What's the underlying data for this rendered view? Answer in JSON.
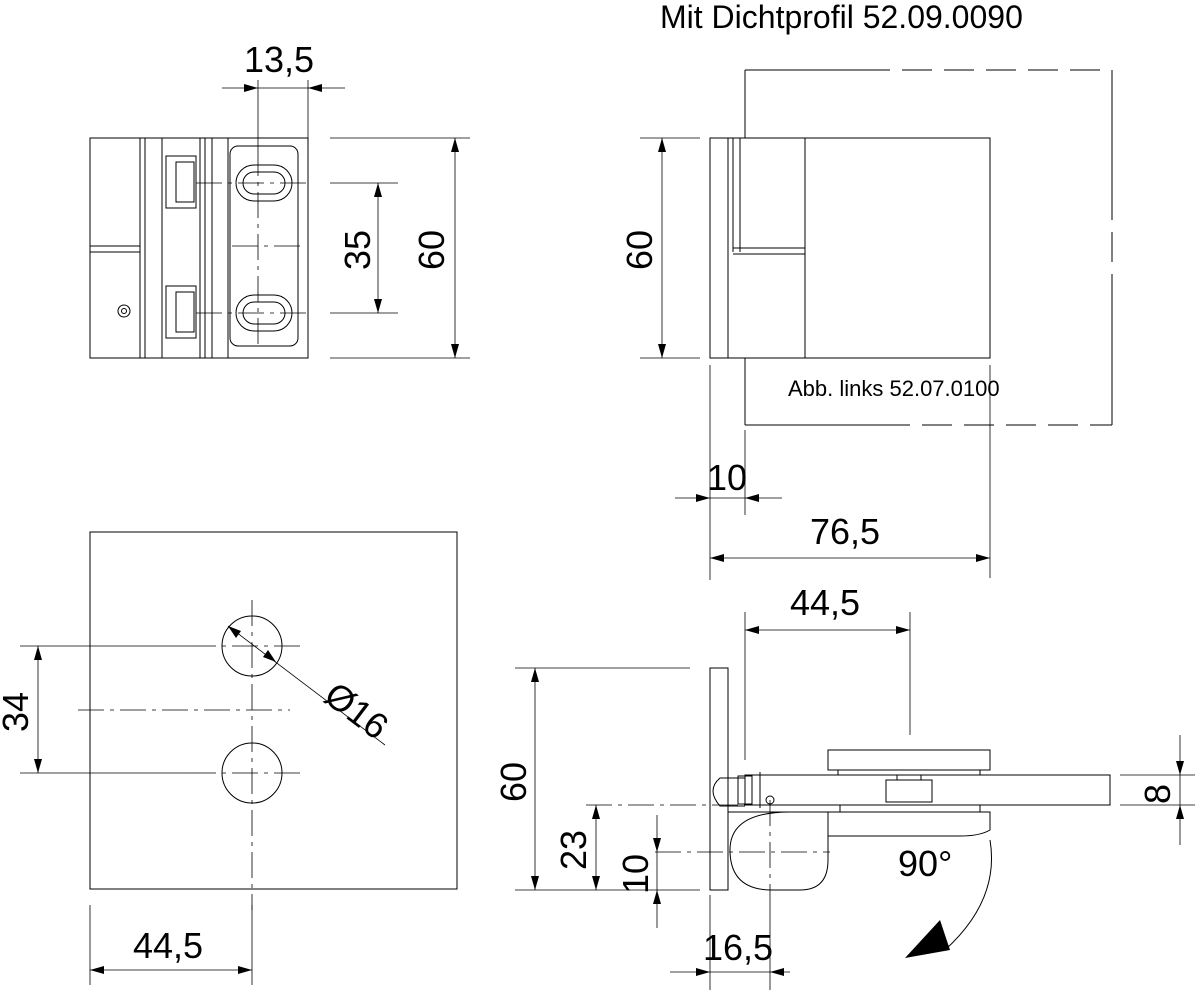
{
  "title": "Mit Dichtprofil 52.09.0090",
  "note": "Abb. links 52.07.0100",
  "dimensions": {
    "d13_5": "13,5",
    "d35": "35",
    "d60_front": "60",
    "d60_side": "60",
    "d10_top": "10",
    "d76_5": "76,5",
    "d34": "34",
    "d16": "Ø16",
    "d44_5_left": "44,5",
    "d44_5_right": "44,5",
    "d60_bottom": "60",
    "d23": "23",
    "d10_bottom": "10",
    "d8": "8",
    "d16_5": "16,5",
    "angle": "90°"
  }
}
